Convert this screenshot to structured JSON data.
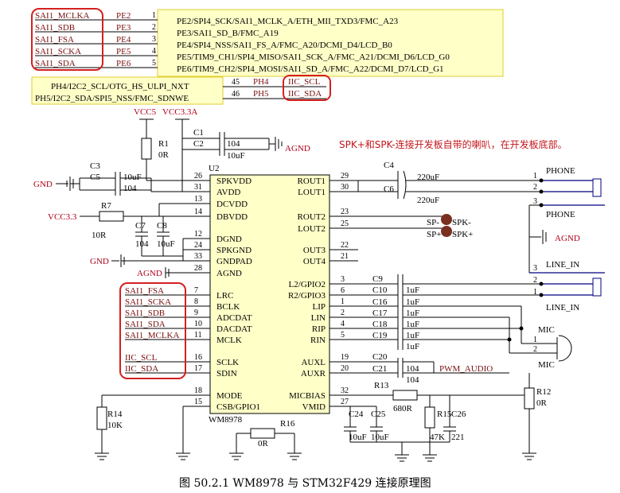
{
  "caption": "图 50.2.1 WM8978 与 STM32F429 连接原理图",
  "note": "SPK+和SPK-连接开发板自带的喇叭，在开发板底部。",
  "mcu_sai": {
    "rows": [
      {
        "net": "SAI1_MCLKA",
        "port": "PE2",
        "pin": "1",
        "func": "PE2/SPI4_SCK/SAI1_MCLK_A/ETH_MII_TXD3/FMC_A23"
      },
      {
        "net": "SAI1_SDB",
        "port": "PE3",
        "pin": "2",
        "func": "PE3/SAI1_SD_B/FMC_A19"
      },
      {
        "net": "SAI1_FSA",
        "port": "PE4",
        "pin": "3",
        "func": "PE4/SPI4_NSS/SAI1_FS_A/FMC_A20/DCMI_D4/LCD_B0"
      },
      {
        "net": "SAI1_SCKA",
        "port": "PE5",
        "pin": "4",
        "func": "PE5/TIM9_CH1/SPI4_MISO/SAI1_SCK_A/FMC_A21/DCMI_D6/LCD_G0"
      },
      {
        "net": "SAI1_SDA",
        "port": "PE6",
        "pin": "5",
        "func": "PE6/TIM9_CH2/SPI4_MOSI/SAI1_SD_A/FMC_A22/DCMI_D7/LCD_G1"
      }
    ]
  },
  "mcu_iic": {
    "rows": [
      {
        "func": "PH4/I2C2_SCL/OTG_HS_ULPI_NXT",
        "pin": "45",
        "port": "PH4",
        "net": "IIC_SCL"
      },
      {
        "func": "PH5/I2C2_SDA/SPI5_NSS/FMC_SDNWE",
        "pin": "46",
        "port": "PH5",
        "net": "IIC_SDA"
      }
    ]
  },
  "chip": {
    "ref": "U2",
    "part": "WM8978"
  },
  "left_pins": [
    {
      "num": "26",
      "name": "SPKVDD"
    },
    {
      "num": "31",
      "name": "AVDD"
    },
    {
      "num": "13",
      "name": "DCVDD"
    },
    {
      "num": "14",
      "name": "DBVDD"
    },
    {
      "num": "12",
      "name": "DGND"
    },
    {
      "num": "24",
      "name": "SPKGND"
    },
    {
      "num": "33",
      "name": "GNDPAD"
    },
    {
      "num": "28",
      "name": "AGND"
    },
    {
      "num": "7",
      "name": "LRC"
    },
    {
      "num": "8",
      "name": "BCLK"
    },
    {
      "num": "9",
      "name": "ADCDAT"
    },
    {
      "num": "10",
      "name": "DACDAT"
    },
    {
      "num": "11",
      "name": "MCLK"
    },
    {
      "num": "16",
      "name": "SCLK"
    },
    {
      "num": "17",
      "name": "SDIN"
    },
    {
      "num": "18",
      "name": "MODE"
    },
    {
      "num": "15",
      "name": "CSB/GPIO1"
    }
  ],
  "right_pins": [
    {
      "num": "29",
      "name": "ROUT1"
    },
    {
      "num": "30",
      "name": "LOUT1"
    },
    {
      "num": "23",
      "name": "ROUT2"
    },
    {
      "num": "25",
      "name": "LOUT2"
    },
    {
      "num": "22",
      "name": "OUT3"
    },
    {
      "num": "21",
      "name": "OUT4"
    },
    {
      "num": "3",
      "name": "L2/GPIO2"
    },
    {
      "num": "6",
      "name": "R2/GPIO3"
    },
    {
      "num": "1",
      "name": "LIP"
    },
    {
      "num": "2",
      "name": "LIN"
    },
    {
      "num": "4",
      "name": "RIP"
    },
    {
      "num": "5",
      "name": "RIN"
    },
    {
      "num": "19",
      "name": "AUXL"
    },
    {
      "num": "20",
      "name": "AUXR"
    },
    {
      "num": "32",
      "name": "MICBIAS"
    },
    {
      "num": "27",
      "name": "VMID"
    }
  ],
  "codec_nets": [
    "SAI1_FSA",
    "SAI1_SCKA",
    "SAI1_SDB",
    "SAI1_SDA",
    "SAI1_MCLKA",
    "IIC_SCL",
    "IIC_SDA"
  ],
  "power": {
    "vcc5": "VCC5",
    "vcc33a": "VCC3.3A",
    "vcc33": "VCC3.3",
    "agnd": "AGND",
    "gnd": "GND"
  },
  "components": {
    "r1": {
      "ref": "R1",
      "val": "0R"
    },
    "r7": {
      "ref": "R7",
      "val": "10R"
    },
    "c1": {
      "ref": "C1"
    },
    "c2": {
      "ref": "C2"
    },
    "c12_val1": "104",
    "c12_val2": "10uF",
    "c3": {
      "ref": "C3"
    },
    "c5": {
      "ref": "C5"
    },
    "c35_val1": "10uF",
    "c35_val2": "104",
    "c7": {
      "ref": "C7",
      "val": "104"
    },
    "c8": {
      "ref": "C8",
      "val": "10uF"
    },
    "c4": {
      "ref": "C4",
      "val": "220uF"
    },
    "c6": {
      "ref": "C6",
      "val": "220uF"
    },
    "c9": {
      "ref": "C9"
    },
    "c10": {
      "ref": "C10",
      "val": "1uF"
    },
    "c16": {
      "ref": "C16",
      "val": "1uF"
    },
    "c17": {
      "ref": "C17",
      "val": "1uF"
    },
    "c18": {
      "ref": "C18",
      "val": "1uF"
    },
    "c19": {
      "ref": "C19",
      "val": "1uF"
    },
    "c19b": "1uF",
    "c20": {
      "ref": "C20"
    },
    "c21": {
      "ref": "C21",
      "val": "104"
    },
    "c21b": "104",
    "r13": {
      "ref": "R13",
      "val": "680R"
    },
    "r12": {
      "ref": "R12",
      "val": "0R"
    },
    "r14": {
      "ref": "R14",
      "val": "10K"
    },
    "r15": {
      "ref": "R15",
      "val": "47K"
    },
    "r16": {
      "ref": "R16",
      "val": "0R"
    },
    "c24": {
      "ref": "C24",
      "val": "10uF"
    },
    "c25": {
      "ref": "C25",
      "val": "10uF"
    },
    "c26": {
      "ref": "C26",
      "val": "221"
    }
  },
  "speaker": {
    "neg_label": "SP-",
    "pos_label": "SP+",
    "neg": "SPK-",
    "pos": "SPK+"
  },
  "phone": {
    "label1": "PHONE",
    "label2": "PHONE",
    "pins": [
      "1",
      "2",
      "3"
    ]
  },
  "line_in": {
    "label1": "LINE_IN",
    "label2": "LINE_IN",
    "pins": [
      "3",
      "2",
      "1"
    ]
  },
  "mic": {
    "label1": "MIC",
    "label2": "MIC",
    "pins": [
      "1",
      "2"
    ]
  },
  "pwm": "PWM_AUDIO"
}
